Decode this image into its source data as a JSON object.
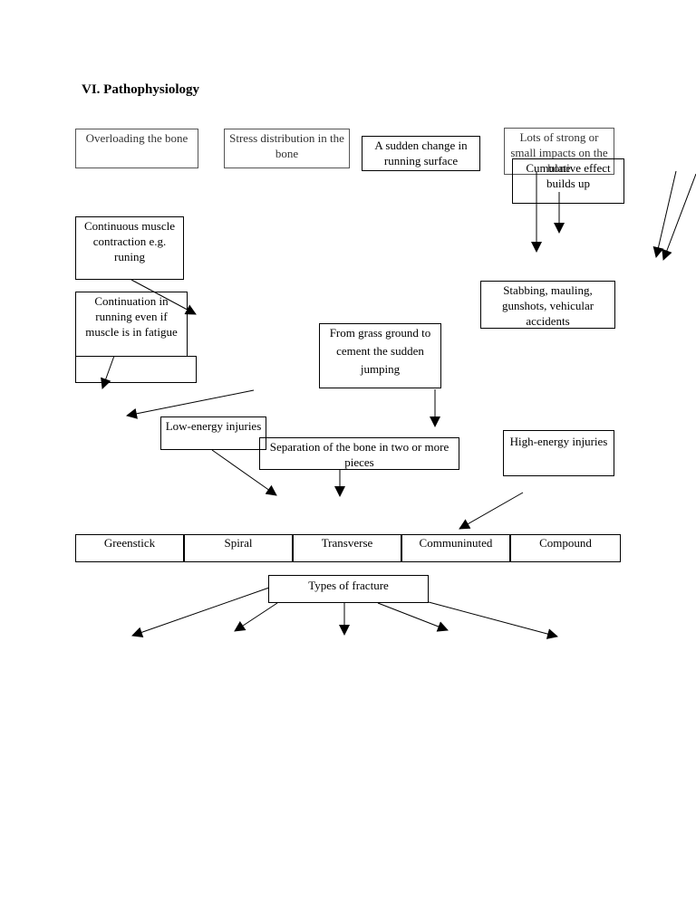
{
  "section_heading": "VI. Pathophysiology",
  "boxes": {
    "overloading": "Overloading the bone",
    "stress_distribution": "Stress distribution in the bone",
    "sudden_change": "A sudden change in running surface",
    "strong_impacts": "Lots of strong or small impacts on the bone",
    "cumulative": "Cumulative effect builds up",
    "continuous_contraction": "Continuous muscle contraction e.g. runing",
    "continuation": "Continuation in running even if muscle is in fatigue",
    "stabbing": "Stabbing, mauling, gunshots, vehicular accidents",
    "grass_ground": "From grass ground to cement the sudden jumping",
    "low_energy": "Low-energy injuries",
    "separation": "Separation of the bone in two or more pieces",
    "high_energy": "High-energy injuries",
    "types_of_fracture": "Types of fracture"
  },
  "fracture_types": [
    "Greenstick",
    "Spiral",
    "Transverse",
    "Communinuted",
    "Compound"
  ]
}
